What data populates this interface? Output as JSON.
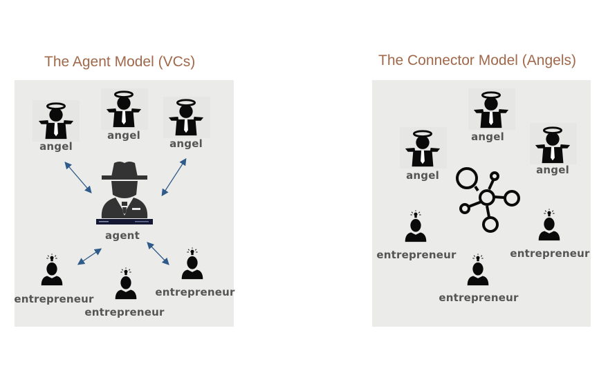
{
  "left": {
    "title": "The Agent Model (VCs)",
    "angels": [
      {
        "label": "angel"
      },
      {
        "label": "angel"
      },
      {
        "label": "angel"
      }
    ],
    "agent": {
      "label": "agent",
      "icon": "agent-fedora-icon"
    },
    "entrepreneurs": [
      {
        "label": "entrepreneur"
      },
      {
        "label": "entrepreneur"
      },
      {
        "label": "entrepreneur"
      }
    ],
    "arrow_color": "#2f5b8a"
  },
  "right": {
    "title": "The Connector Model (Angels)",
    "angels": [
      {
        "label": "angel"
      },
      {
        "label": "angel"
      },
      {
        "label": "angel"
      }
    ],
    "hub": {
      "icon": "network-hub-icon"
    },
    "entrepreneurs": [
      {
        "label": "entrepreneur"
      },
      {
        "label": "entrepreneur"
      },
      {
        "label": "entrepreneur"
      }
    ]
  },
  "colors": {
    "title": "#a0684a",
    "panel": "#ebebe9",
    "label": "#555555",
    "icon": "#0a0a0a"
  }
}
